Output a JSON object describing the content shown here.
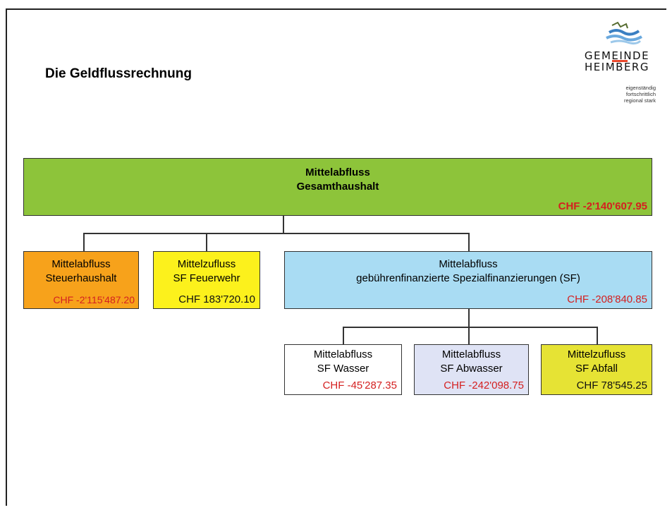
{
  "slide": {
    "title": "Die Geldflussrechnung"
  },
  "logo": {
    "name_line1": "GEMEINDE",
    "name_line2": "HEIMBERG",
    "tagline": [
      "eigenständig",
      "fortschrittlich",
      "regional stark"
    ],
    "accent_color": "#e8462a"
  },
  "boxes": {
    "total": {
      "line1": "Mittelabfluss",
      "line2": "Gesamthaushalt",
      "amount": "CHF -2'140'607.95",
      "color": "#8dc43a"
    },
    "steuer": {
      "line1": "Mittelabfluss",
      "line2": "Steuerhaushalt",
      "amount": "CHF -2'115'487.20",
      "color": "#f7a21b"
    },
    "feuerwehr": {
      "line1": "Mittelzufluss",
      "line2": "SF Feuerwehr",
      "amount": "CHF 183'720.10",
      "color": "#fcf11c"
    },
    "sf": {
      "line1": "Mittelabfluss",
      "line2": "gebührenfinanzierte Spezialfinanzierungen (SF)",
      "amount": "CHF -208'840.85",
      "color": "#a9dcf3"
    },
    "wasser": {
      "line1": "Mittelabfluss",
      "line2": "SF Wasser",
      "amount": "CHF -45'287.35",
      "color": "#ffffff"
    },
    "abwasser": {
      "line1": "Mittelabfluss",
      "line2": "SF Abwasser",
      "amount": "CHF -242'098.75",
      "color": "#dfe3f5"
    },
    "abfall": {
      "line1": "Mittelzufluss",
      "line2": "SF Abfall",
      "amount": "CHF 78'545.25",
      "color": "#e6e334"
    }
  }
}
